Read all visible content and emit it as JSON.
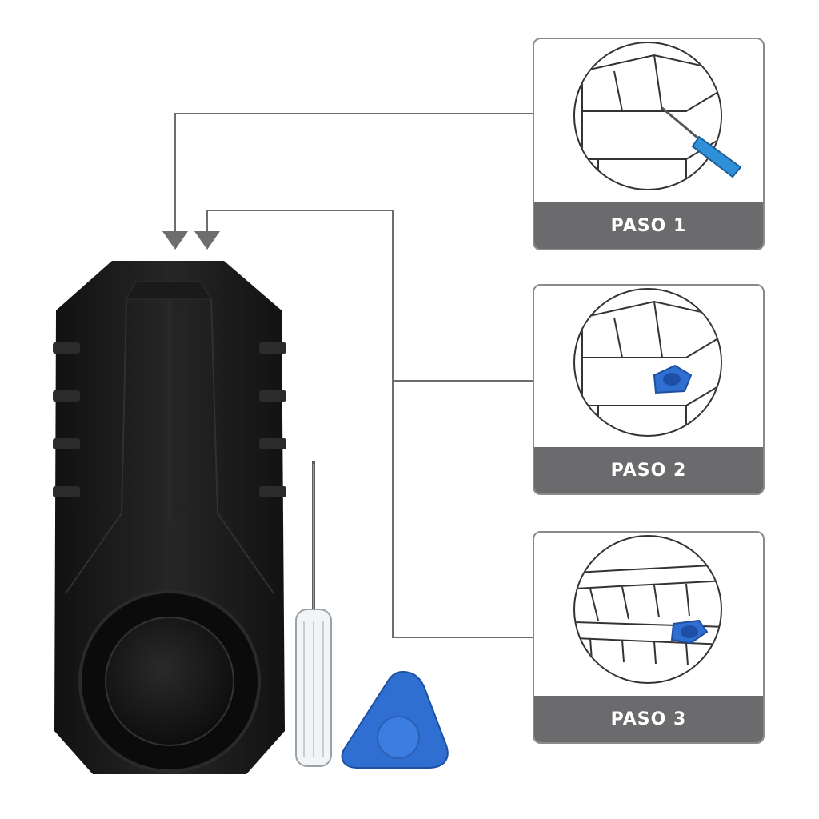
{
  "steps": [
    {
      "label": "PASO 1",
      "tool": "screwdriver"
    },
    {
      "label": "PASO 2",
      "tool": "pry-tool"
    },
    {
      "label": "PASO 3",
      "tool": "pry-tool"
    }
  ],
  "colors": {
    "device": "#1c1c1c",
    "tool_blue": "#2f6fd1",
    "connector_line": "#6d6d6d",
    "label_bar": "#6b6b6d",
    "card_border": "#8a8a8a"
  }
}
